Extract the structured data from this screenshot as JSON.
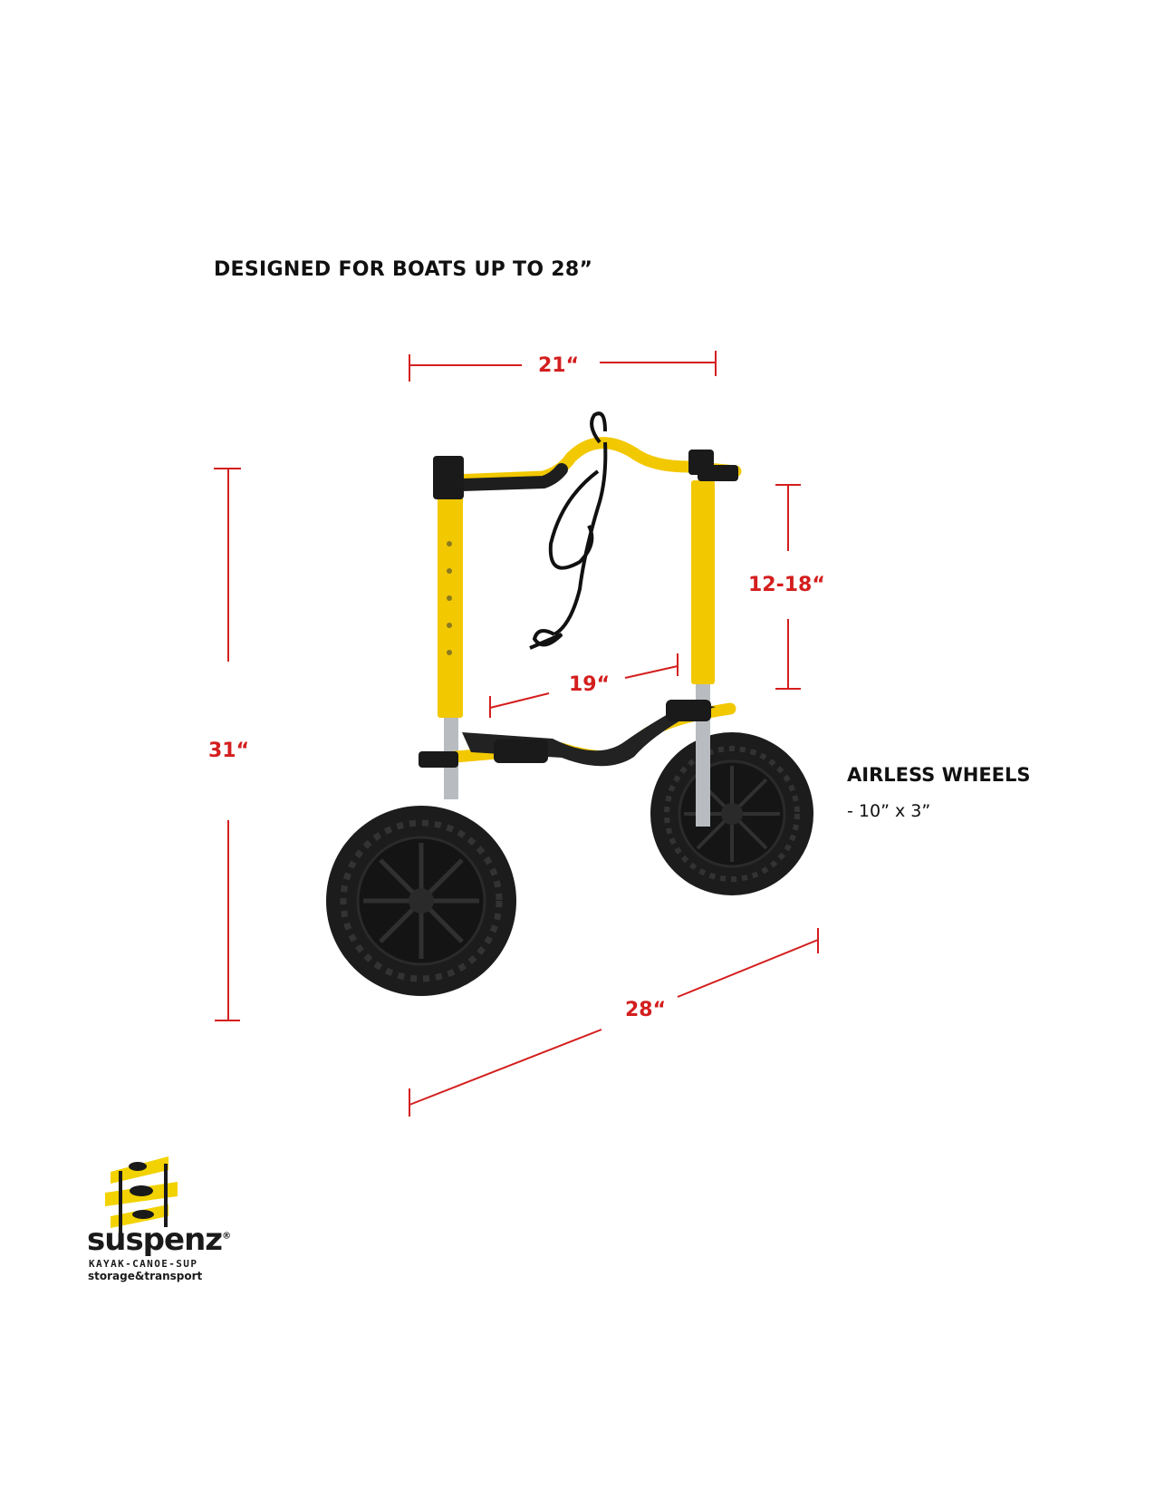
{
  "heading": "DESIGNED FOR BOATS UP TO 28”",
  "dimensions": {
    "top_width": "21“",
    "height_adjust": "12-18“",
    "inner_width": "19“",
    "overall_height": "31“",
    "wheel_span": "28“"
  },
  "spec": {
    "title": "AIRLESS WHEELS",
    "detail": "- 10” x 3”"
  },
  "logo": {
    "brand": "suspenz",
    "registered": "®",
    "tagline1": "KAYAK-CANOE-SUP",
    "tagline2": "storage&transport"
  },
  "colors": {
    "dimension": "#d41e1e",
    "frame": "#f2c800",
    "tire": "#1c1c1c",
    "post": "#b8bcc0"
  }
}
